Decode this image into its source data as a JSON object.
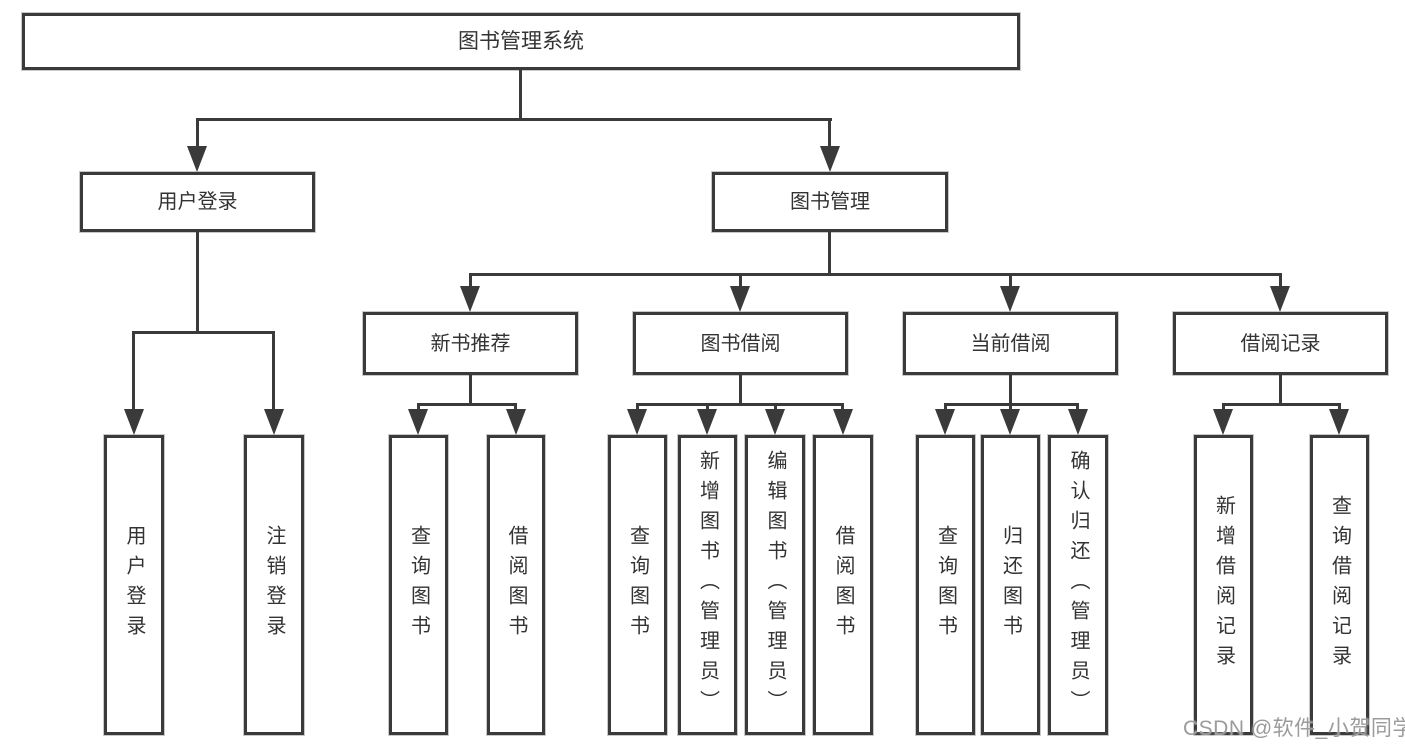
{
  "tree": {
    "root": "图书管理系统",
    "level2": {
      "user": "用户登录",
      "mgmt": "图书管理"
    },
    "level3": {
      "newbook": "新书推荐",
      "borrow": "图书借阅",
      "current": "当前借阅",
      "records": "借阅记录"
    },
    "leaves": {
      "user": [
        "用户登录",
        "注销登录"
      ],
      "newbook": [
        "查询图书",
        "借阅图书"
      ],
      "borrow": [
        "查询图书",
        "新增图书（管理员）",
        "编辑图书（管理员）",
        "借阅图书"
      ],
      "current": [
        "查询图书",
        "归还图书",
        "确认归还（管理员）"
      ],
      "records": [
        "新增借阅记录",
        "查询借阅记录"
      ]
    }
  },
  "watermark": "CSDN @软件_小贺同学",
  "colors": {
    "line": "#3a3a3a",
    "text": "#333333",
    "watermark": "#9b9b9b"
  }
}
